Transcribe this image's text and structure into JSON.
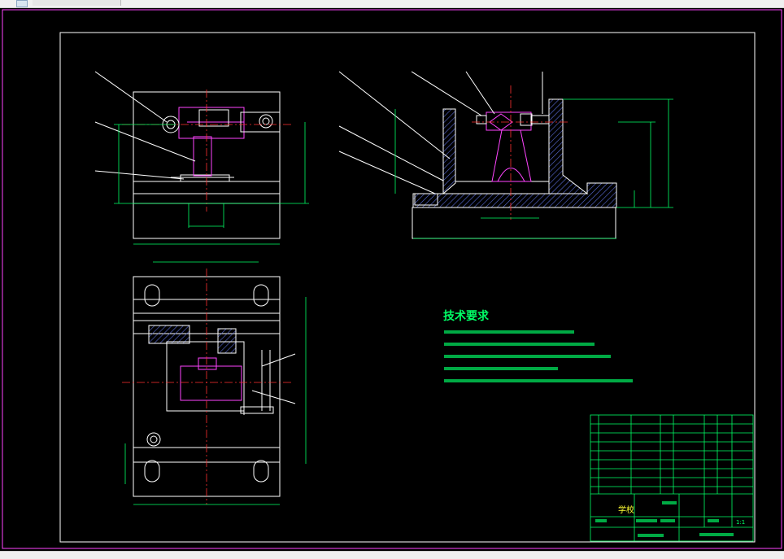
{
  "technical_requirements": {
    "title": "技术要求"
  },
  "title_block": {
    "school_label": "学校",
    "scale": "1:1"
  },
  "colors": {
    "background": "#000000",
    "outline": "#ffffff",
    "dimension": "#00ff66",
    "centerline": "#ff3030",
    "part": "#ff44ff",
    "section_hatch": "#5a6cd8",
    "frame_border": "#ff44ff",
    "title_text": "#ffff33"
  }
}
